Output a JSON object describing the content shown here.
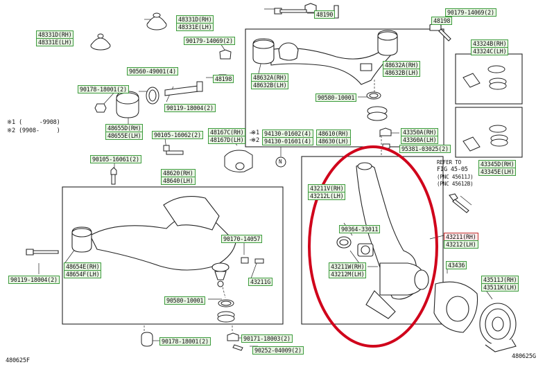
{
  "labels": {
    "l48331D": "48331D(RH)",
    "l48331E": "48331E(LH)",
    "l48331D2": "48331D(RH)",
    "l48331E2": "48331E(LH)",
    "l90179_14069a": "90179-14069(2)",
    "l48198a": "48198",
    "l48190": "48190",
    "l48198b": "48198",
    "l90179_14069b": "90179-14069(2)",
    "l90560": "90560-49001(4)",
    "l90178a": "90178-18001(2)",
    "l90119a": "90119-18004(2)",
    "l48655D": "48655D(RH)",
    "l48655E": "48655E(LH)",
    "l90105_16062": "90105-16062(2)",
    "l90105_16061": "90105-16061(2)",
    "l48167C": "48167C(RH)",
    "l48167D": "48167D(LH)",
    "l94130_02": "94130-01602(4)",
    "l94130_01": "94130-01601(4)",
    "l48610": "48610(RH)",
    "l48630": "48630(LH)",
    "l48620": "48620(RH)",
    "l48640": "48640(LH)",
    "l48632A": "48632A(RH)",
    "l48632B": "48632B(LH)",
    "l48632A2": "48632A(RH)",
    "l48632B2": "48632B(LH)",
    "l90580a": "90580-10001",
    "l43324B": "43324B(RH)",
    "l43324C": "43324C(LH)",
    "l43345D": "43345D(RH)",
    "l43345E": "43345E(LH)",
    "l43350A": "43350A(RH)",
    "l43360A": "43360A(LH)",
    "l95381": "95381-03025(2)",
    "l43211V": "43211V(RH)",
    "l43212L": "43212L(LH)",
    "l90364": "90364-33011",
    "l43211W": "43211W(RH)",
    "l43212M": "43212M(LH)",
    "l43211RH": "43211(RH)",
    "l43212LH": "43212(LH)",
    "l43436": "43436",
    "l43511J": "43511J(RH)",
    "l43511K": "43511K(LH)",
    "l90170": "90170-14057",
    "l43211G": "43211G",
    "l48654E": "48654E(RH)",
    "l48654F": "48654F(LH)",
    "l90119b": "90119-18004(2)",
    "l90580b": "90580-10001",
    "l90178b": "90178-18001(2)",
    "l90171": "90171-18003(2)",
    "l90252": "90252-04009(2)"
  },
  "notes": {
    "star1": "※1 (     -9908)",
    "star2": "※2 (9908-     )",
    "ref1": "REFER TO",
    "ref2": "FIG 45-05",
    "ref3": "(PNC 45611J)",
    "ref4": "(PNC 45612B)",
    "sym1": "※1",
    "sym2": "※2",
    "n_mark": "N",
    "code_left": "480625F",
    "code_right": "480625G"
  },
  "colors": {
    "label_border": "#3c9b3c",
    "label_fill": "#e9f5e4",
    "highlight": "#d0021b",
    "line": "#222222"
  }
}
